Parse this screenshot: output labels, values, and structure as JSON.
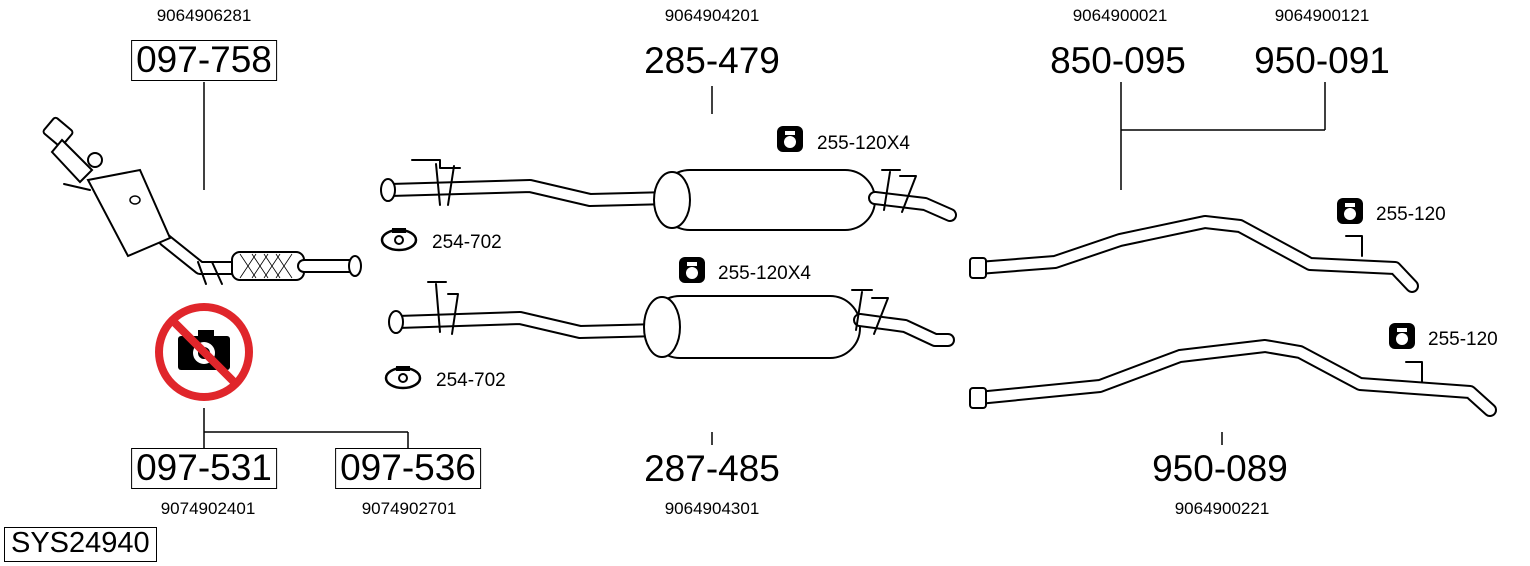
{
  "system_code": "SYS24940",
  "parts": {
    "cat_main": {
      "oem": "9064906281",
      "number": "097-758"
    },
    "cat_alt1": {
      "oem": "9074902401",
      "number": "097-531"
    },
    "cat_alt2": {
      "oem": "9074902701",
      "number": "097-536"
    },
    "middle_top": {
      "oem": "9064904201",
      "number": "285-479"
    },
    "middle_bot": {
      "oem": "9064904301",
      "number": "287-485"
    },
    "rear_top_a": {
      "oem": "9064900021",
      "number": "850-095"
    },
    "rear_top_b": {
      "oem": "9064900121",
      "number": "950-091"
    },
    "rear_bot": {
      "oem": "9064900221",
      "number": "950-089"
    }
  },
  "accessories": {
    "hanger_mid_top": "255-120X4",
    "hanger_mid_bot": "255-120X4",
    "clamp_top": "254-702",
    "clamp_bot": "254-702",
    "hanger_rear_top": "255-120",
    "hanger_rear_bot": "255-120"
  },
  "icons": {
    "hanger": "rubber-hanger-icon",
    "clamp": "pipe-clamp-icon",
    "no_photo": "no-photo-icon"
  },
  "colors": {
    "no_photo_ring": "#e0262b",
    "ink": "#000000"
  }
}
